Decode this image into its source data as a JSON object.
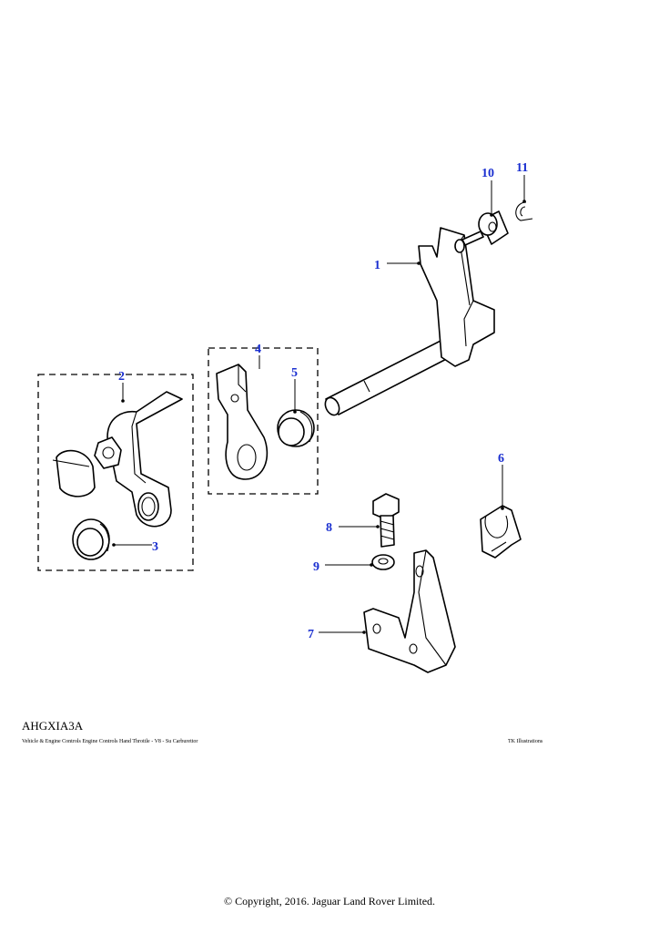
{
  "callouts": [
    {
      "num": "1"
    },
    {
      "num": "2"
    },
    {
      "num": "3"
    },
    {
      "num": "4"
    },
    {
      "num": "5"
    },
    {
      "num": "6"
    },
    {
      "num": "7"
    },
    {
      "num": "8"
    },
    {
      "num": "9"
    },
    {
      "num": "10"
    },
    {
      "num": "11"
    }
  ],
  "footer": {
    "ref_code": "AHGXIA3A",
    "caption": "Vehicle & Engine Controls Engine Controls Hand Throttle - V8 - Su Carburettor",
    "credit": "TK Illustrations",
    "copyright": "© Copyright, 2016. Jaguar Land Rover Limited."
  },
  "colors": {
    "callout_text": "#1a2fd0",
    "line": "#000000",
    "background": "#ffffff"
  }
}
